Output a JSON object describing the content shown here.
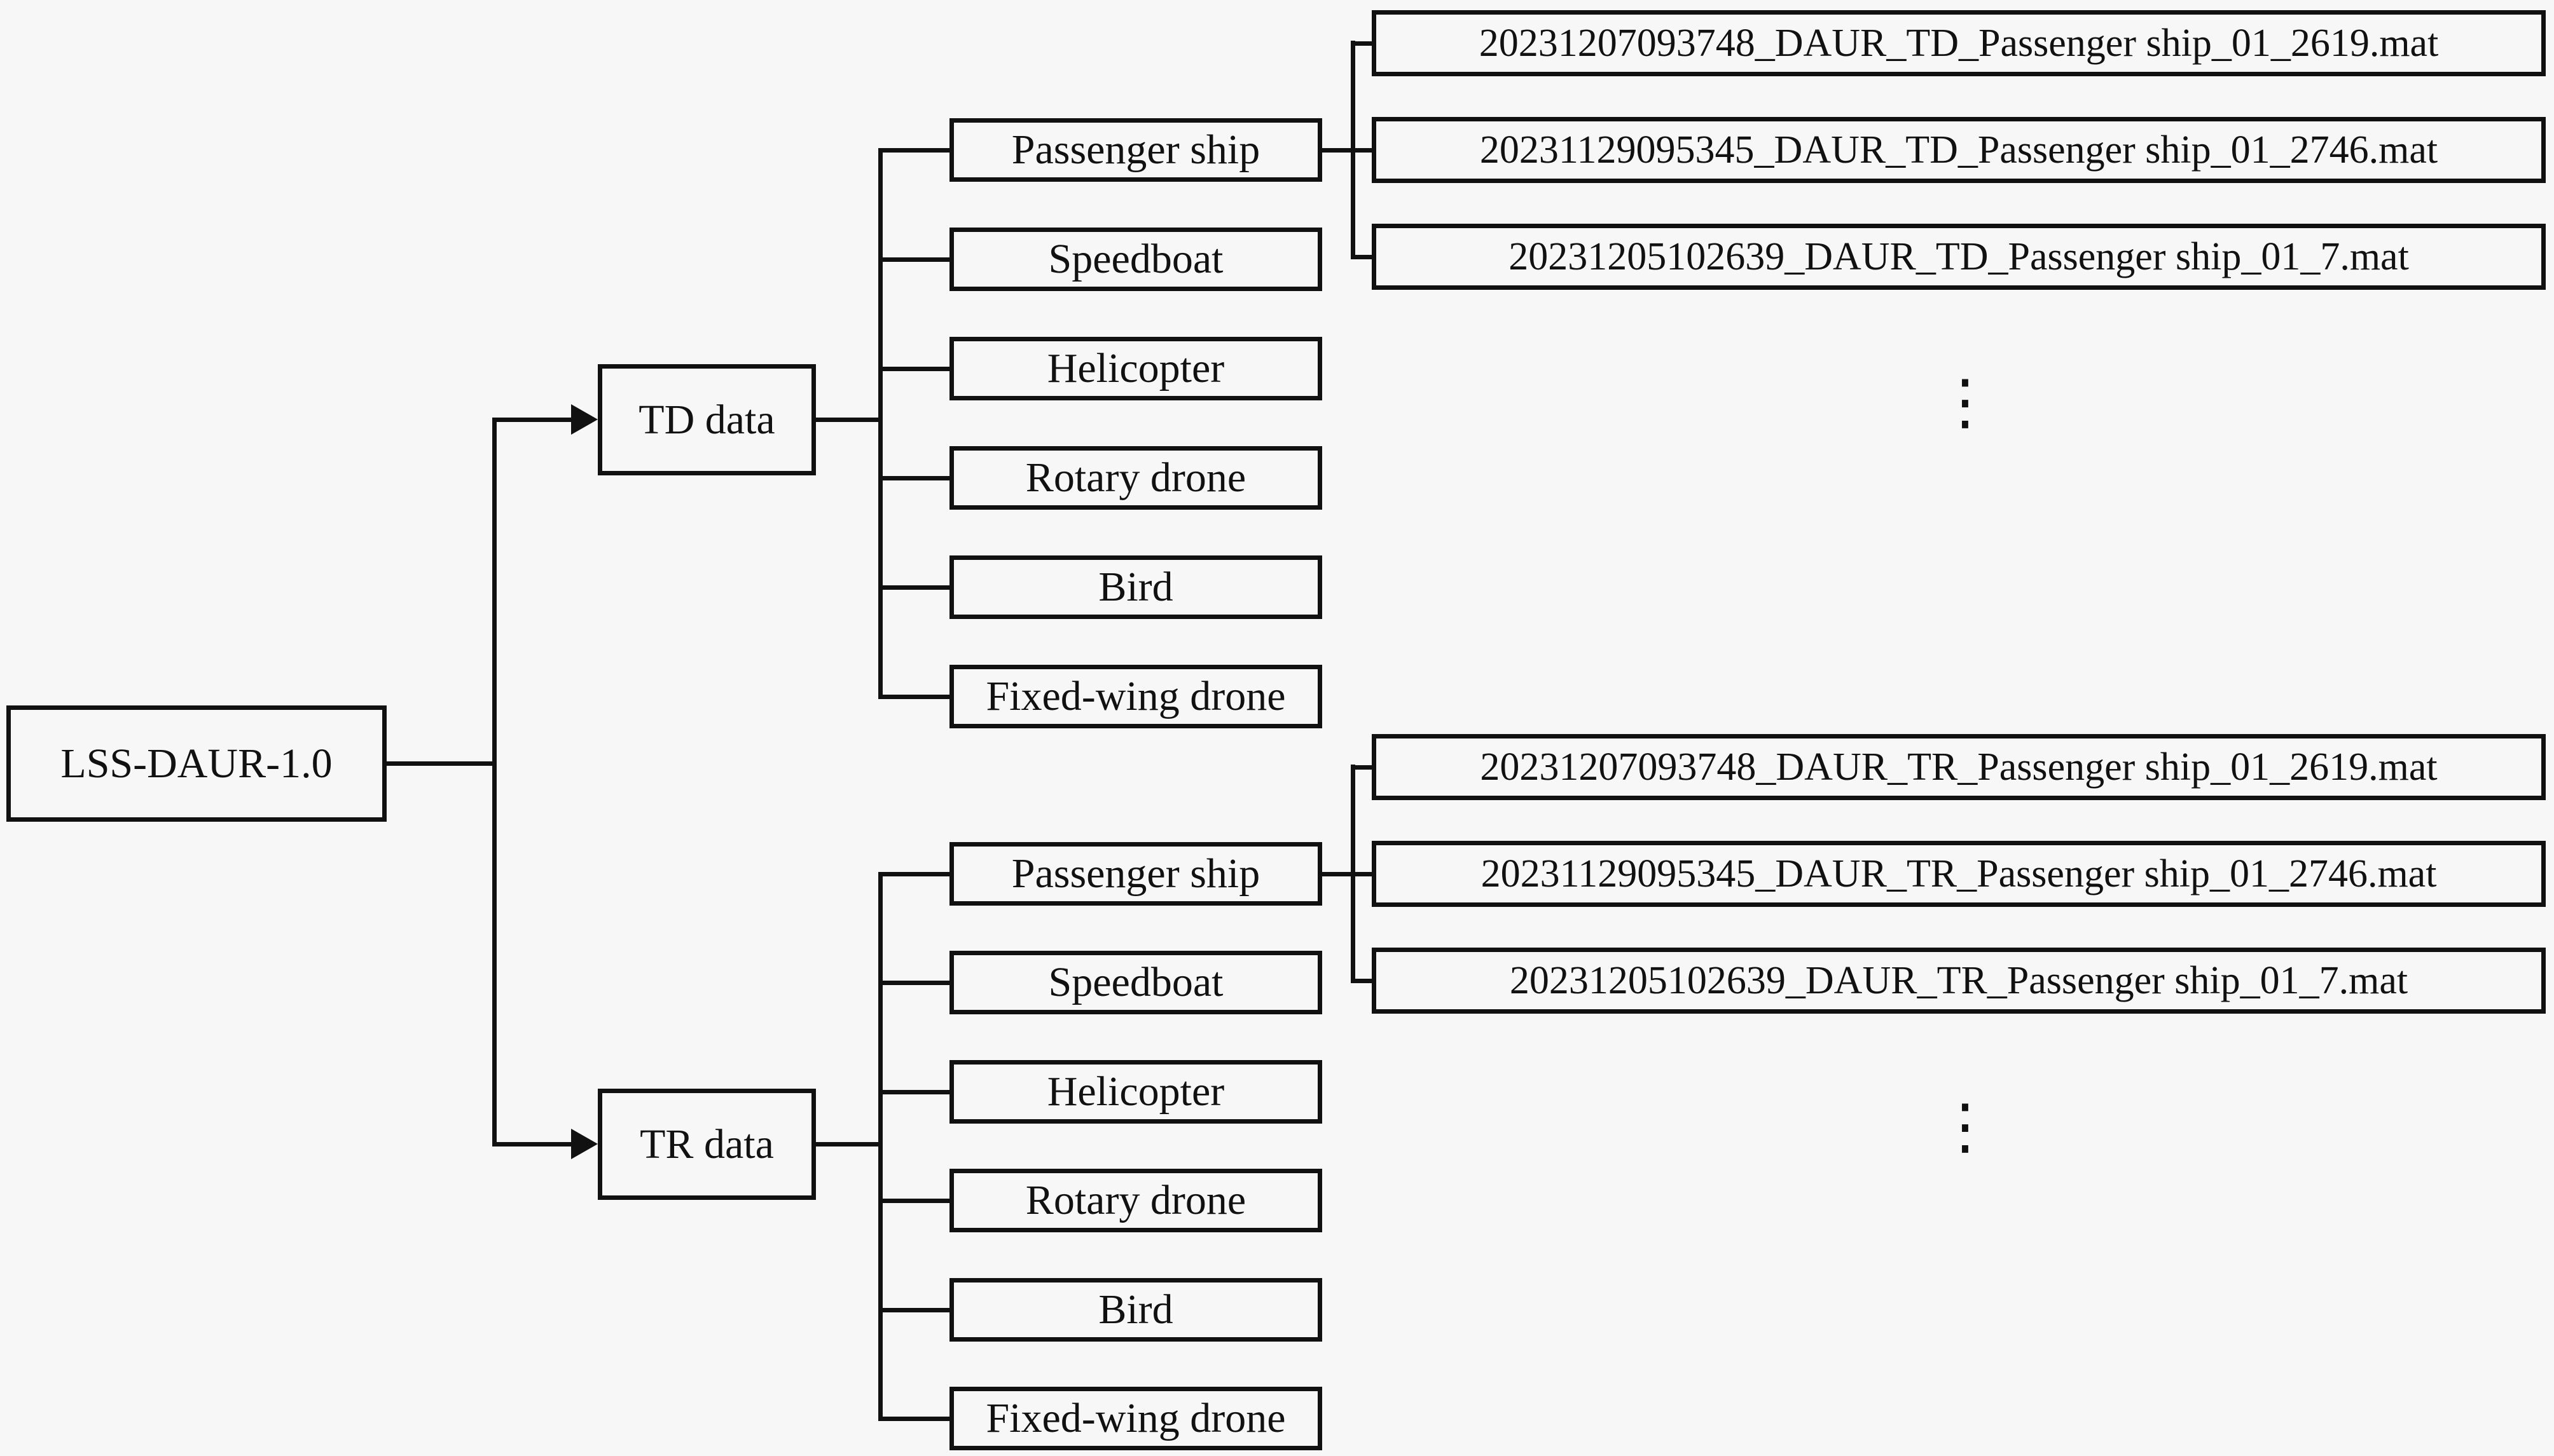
{
  "figure": {
    "root_label": "LSS-DAUR-1.0",
    "td": {
      "label": "TD data",
      "categories": [
        "Passenger ship",
        "Speedboat",
        "Helicopter",
        "Rotary drone",
        "Bird",
        "Fixed-wing drone"
      ],
      "files": [
        "20231207093748_DAUR_TD_Passenger ship_01_2619.mat",
        "20231129095345_DAUR_TD_Passenger ship_01_2746.mat",
        "20231205102639_DAUR_TD_Passenger ship_01_7.mat"
      ]
    },
    "tr": {
      "label": "TR data",
      "categories": [
        "Passenger ship",
        "Speedboat",
        "Helicopter",
        "Rotary drone",
        "Bird",
        "Fixed-wing drone"
      ],
      "files": [
        "20231207093748_DAUR_TR_Passenger ship_01_2619.mat",
        "20231129095345_DAUR_TR_Passenger ship_01_2746.mat",
        "20231205102639_DAUR_TR_Passenger ship_01_7.mat"
      ]
    },
    "ellipsis": "⋮",
    "colors": {
      "background": "#f7f7f7",
      "line": "#111111"
    }
  }
}
